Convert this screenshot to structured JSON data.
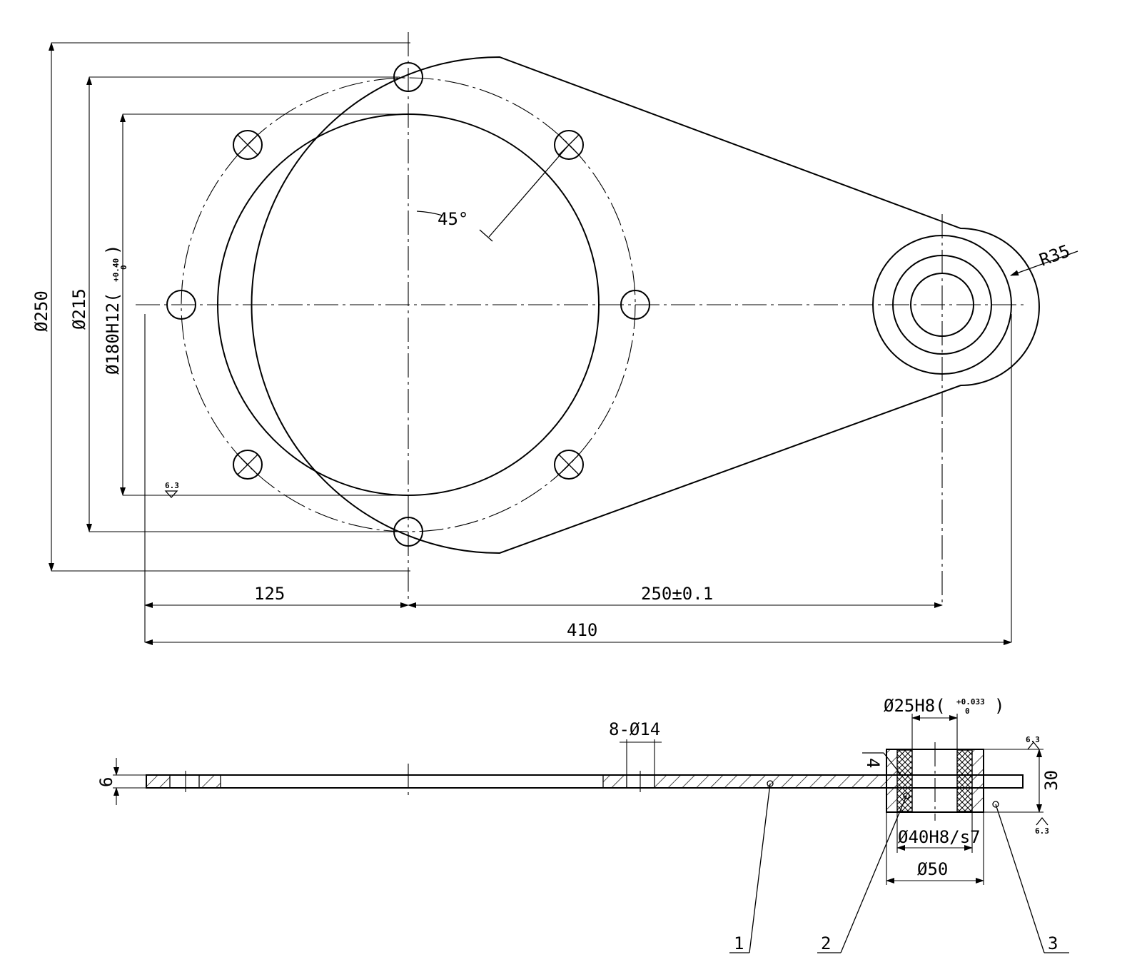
{
  "plan_view": {
    "dim_outer_diameter": "Ø250",
    "dim_bolt_circle": "Ø215",
    "dim_bore": "Ø180H12(",
    "dim_bore_tol_upper": "+0.40",
    "dim_bore_tol_lower": "0",
    "dim_bore_close": ")",
    "angle": "45°",
    "radius": "R35",
    "dim_left": "125",
    "dim_center_distance": "250±0.1",
    "dim_overall": "410",
    "roughness": "6.3"
  },
  "section_view": {
    "thickness": "6",
    "holes": "8-Ø14",
    "hub_bore": "Ø25H8(",
    "hub_bore_tol_upper": "+0.033",
    "hub_bore_tol_lower": "0",
    "hub_bore_close": ")",
    "hub_fit": "Ø40H8/s7",
    "hub_outer": "Ø50",
    "hub_height": "30",
    "weld": "4",
    "roughness_top": "6.3",
    "roughness_bottom": "6.3",
    "part_labels": [
      "1",
      "2",
      "3"
    ]
  }
}
